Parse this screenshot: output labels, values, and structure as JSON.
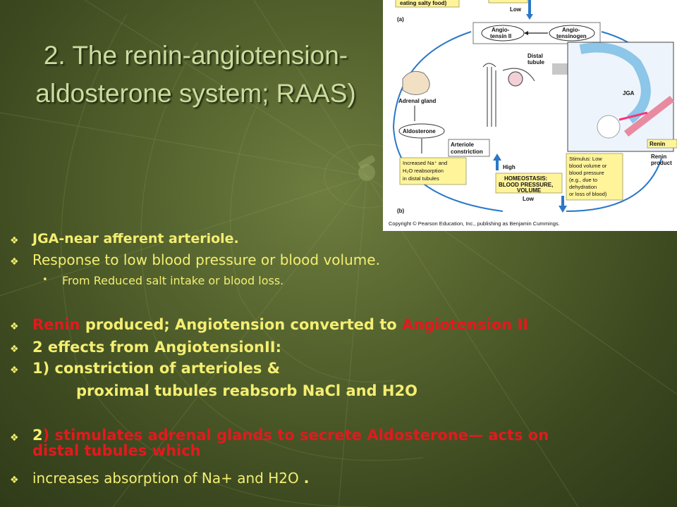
{
  "slide": {
    "title_line1": "2. The renin-angiotension-",
    "title_line2": "aldosterone system; RAAS)"
  },
  "figure": {
    "label_a": "(a)",
    "label_b": "(b)",
    "top_text": "eating salty food)",
    "low_top": "Low",
    "angiotensin_ii": "Angio-\ntensin II",
    "angiotensinogen": "Angio-\ntensinogen",
    "distal_tubule": "Distal\ntubule",
    "adrenal_gland": "Adrenal gland",
    "aldosterone": "Aldosterone",
    "arteriole_constriction": "Arteriole\nconstriction",
    "increased_na": "Increased Na+ and\nH2O reabsorption\nin distal tubules",
    "high": "High",
    "homeostasis": "HOMEOSTASIS:\nBLOOD PRESSURE,\nVOLUME",
    "low_bottom": "Low",
    "stimulus": "Stimulus: Low\nblood volume or\nblood pressure\n(e.g., due to\ndehydration\nor loss of blood)",
    "jga": "JGA",
    "renin": "Renin",
    "renin_production": "Renin\nproduct",
    "copyright": "Copyright © Pearson Education, Inc., publishing as Benjamin Cummings."
  },
  "bullets": {
    "b1": "JGA-near afferent arteriole.",
    "b2": "Response to low blood pressure or blood volume.",
    "b2_sub": "From Reduced salt intake or blood loss.",
    "b3_renin": "Renin",
    "b3_mid": " produced; Angiotension converted to ",
    "b3_ang2": "Angiotension II",
    "b4": "2 effects from AngiotensionII:",
    "b5": " 1)  constriction of arterioles &",
    "b5_cont": "proximal tubules reabsorb NaCl and H2O",
    "b6_num": "2",
    "b6_rest": ") stimulates adrenal glands to secrete Aldosterone—  acts on",
    "b6_line2": "distal tubules which",
    "b7": " increases absorption of Na+ and H2O",
    "b7_end": " ."
  },
  "colors": {
    "bullet_yellow": "#f4ee72",
    "highlight_red": "#e3191e",
    "title": "#ccdca0"
  }
}
